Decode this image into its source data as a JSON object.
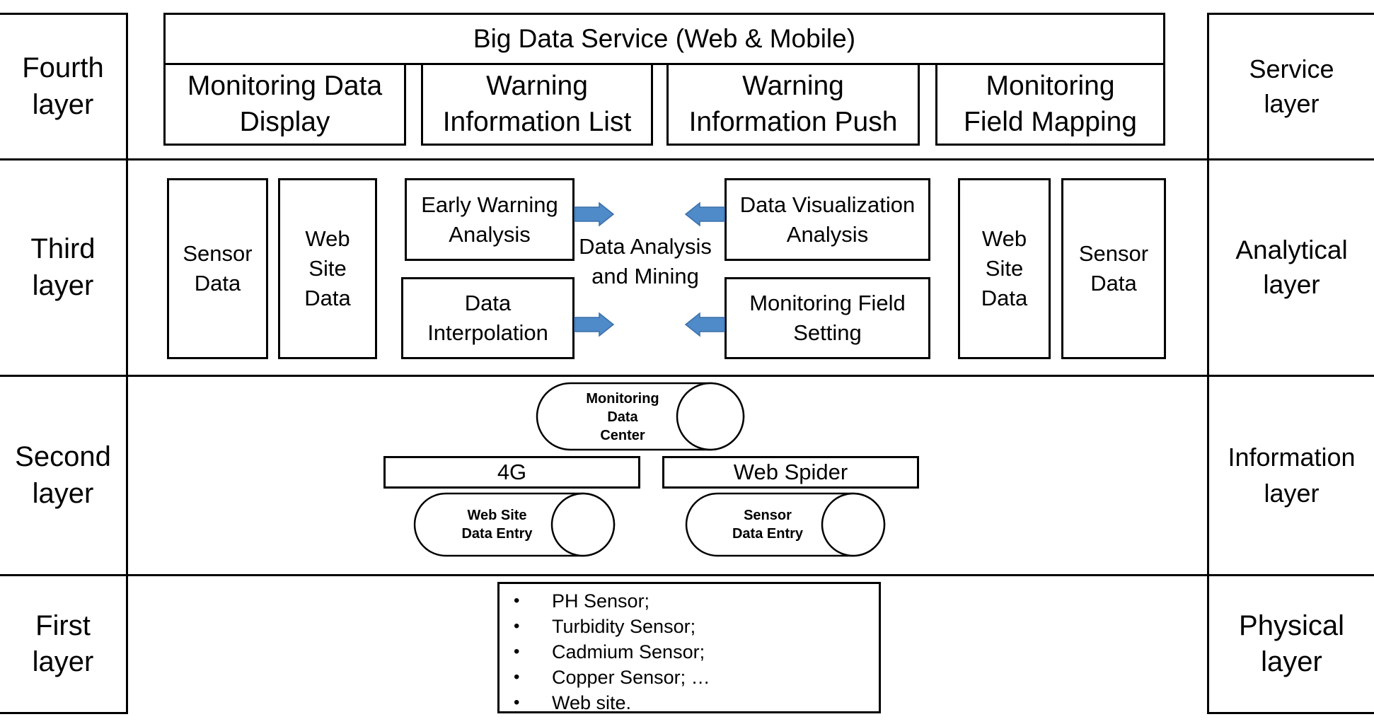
{
  "layers_left": [
    "Fourth\nlayer",
    "Third\nlayer",
    "Second\nlayer",
    "First\nlayer"
  ],
  "layers_right": [
    "Service\nlayer",
    "Analytical\nlayer",
    "Information\nlayer",
    "Physical\nlayer"
  ],
  "service": {
    "header": "Big Data Service (Web & Mobile)",
    "boxes": [
      "Monitoring Data\nDisplay",
      "Warning\nInformation List",
      "Warning\nInformation Push",
      "Monitoring\nField Mapping"
    ]
  },
  "analytical": {
    "left_boxes": [
      "Sensor\nData",
      "Web\nSite\nData"
    ],
    "right_boxes": [
      "Web\nSite\nData",
      "Sensor\nData"
    ],
    "center_label": "Data Analysis\nand Mining",
    "early_warning": "Early Warning\nAnalysis",
    "interpolation": "Data\nInterpolation",
    "visualization": "Data Visualization\nAnalysis",
    "field_setting": "Monitoring Field\nSetting"
  },
  "information": {
    "center_cylinder": "Monitoring\nData\nCenter",
    "left_bar": "4G",
    "right_bar": "Web Spider",
    "left_cylinder": "Web Site\nData Entry",
    "right_cylinder": "Sensor\nData Entry"
  },
  "physical": {
    "items": [
      "PH Sensor;",
      "Turbidity Sensor;",
      "Cadmium Sensor;",
      "Copper Sensor; …",
      "Web site."
    ]
  },
  "colors": {
    "arrow": "#4f8ac9",
    "arrow_stroke": "#3a6fa8",
    "line": "#000000"
  }
}
